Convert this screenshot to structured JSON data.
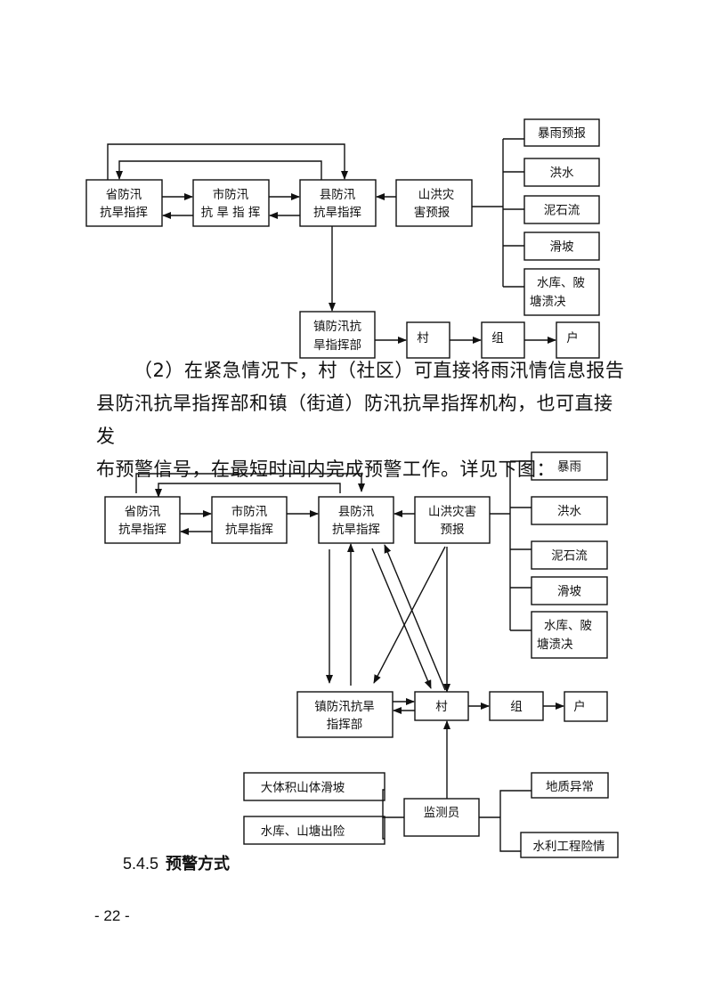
{
  "diagram1": {
    "nodes": {
      "province": [
        "省防汛",
        "抗旱指挥"
      ],
      "city": [
        "市防汛",
        "抗 旱 指 挥"
      ],
      "county": [
        "县防汛",
        "抗旱指挥"
      ],
      "forecast": [
        "山洪灾",
        "害预报"
      ],
      "town": [
        "镇防汛抗",
        "旱指挥部"
      ],
      "village": "村",
      "group": "组",
      "household": "户"
    },
    "hazards": [
      [
        "暴雨预报"
      ],
      [
        "洪水"
      ],
      [
        "泥石流"
      ],
      [
        "滑坡"
      ],
      [
        "水库、陂",
        "塘溃决"
      ]
    ]
  },
  "paragraph": {
    "lines": [
      "（2）在紧急情况下，村（社区）可直接将雨汛情信息报告",
      "县防汛抗旱指挥部和镇（街道）防汛抗旱指挥机构，也可直接发",
      "布预警信号，在最短时间内完成预警工作。详见下图："
    ]
  },
  "diagram2": {
    "nodes": {
      "province": [
        "省防汛",
        "抗旱指挥"
      ],
      "city": [
        "市防汛",
        "抗旱指挥"
      ],
      "county": [
        "县防汛",
        "抗旱指挥"
      ],
      "forecast": [
        "山洪灾害",
        "预报"
      ],
      "town": [
        "镇防汛抗旱",
        "指挥部"
      ],
      "village": "村",
      "group": "组",
      "household": "户",
      "monitor": "监测员"
    },
    "hazards": [
      [
        "暴雨"
      ],
      [
        "洪水"
      ],
      [
        "泥石流"
      ],
      [
        "滑坡"
      ],
      [
        "水库、陂",
        "塘溃决"
      ]
    ],
    "monitor_inputs_left": [
      "大体积山体滑坡",
      "水库、山塘出险"
    ],
    "monitor_inputs_right": [
      "地质异常",
      "水利工程险情"
    ]
  },
  "section": {
    "number": "5.4.5",
    "title": "预警方式"
  },
  "page_number": "- 22 -"
}
